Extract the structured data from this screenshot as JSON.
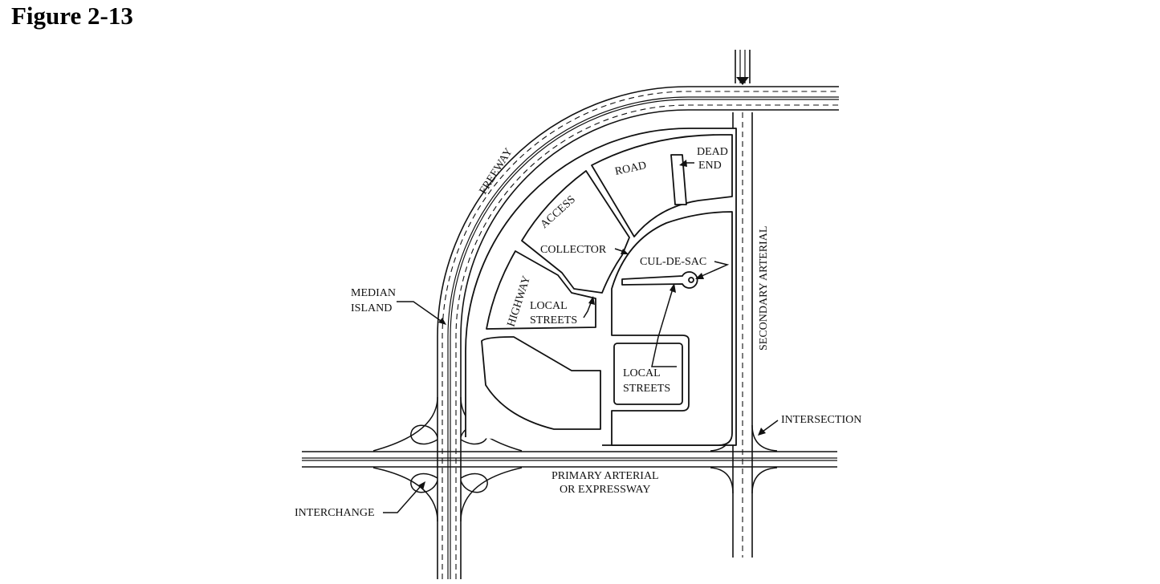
{
  "title": "Figure 2-13",
  "labels": {
    "freeway": "FREEWAY",
    "road": "ROAD",
    "dead_end_1": "DEAD",
    "dead_end_2": "END",
    "access": "ACCESS",
    "collector": "COLLECTOR",
    "cul_de_sac": "CUL-DE-SAC",
    "secondary_arterial": "SECONDARY ARTERIAL",
    "median_island_1": "MEDIAN",
    "median_island_2": "ISLAND",
    "highway": "HIGHWAY",
    "local_streets_a_1": "LOCAL",
    "local_streets_a_2": "STREETS",
    "local_streets_b_1": "LOCAL",
    "local_streets_b_2": "STREETS",
    "intersection": "INTERSECTION",
    "primary_arterial_1": "PRIMARY ARTERIAL",
    "primary_arterial_2": "OR EXPRESSWAY",
    "interchange": "INTERCHANGE"
  }
}
